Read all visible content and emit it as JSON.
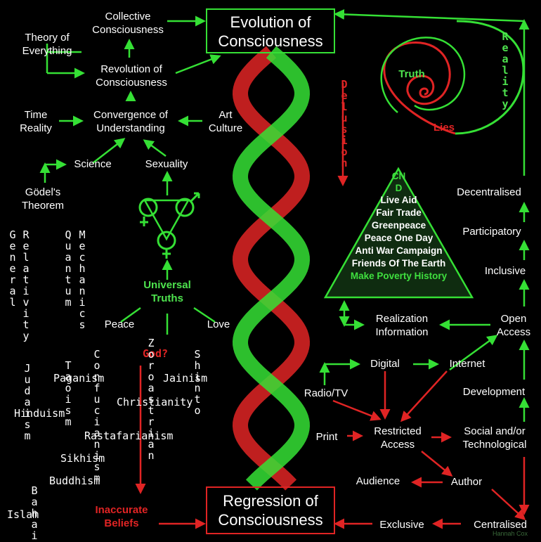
{
  "colors": {
    "green": "#35e035",
    "red": "#e02424",
    "white": "#ffffff",
    "background": "#000000"
  },
  "top_box": "Evolution of Consciousness",
  "bottom_box": "Regression of Consciousness",
  "left": {
    "collective": "Collective Consciousness",
    "theory": "Theory of Everything",
    "revolution": "Revolution of Consciousness",
    "time_reality": "Time Reality",
    "convergence": "Convergence of Understanding",
    "art_culture": "Art Culture",
    "science": "Science",
    "sexuality": "Sexuality",
    "godel": "Gödel's Theorem",
    "general_relativity": [
      "General",
      "Relativity"
    ],
    "quantum_mechanics": [
      "Quantum",
      "Mechanics"
    ],
    "universal_truths": "Universal Truths",
    "peace": "Peace",
    "love": "Love",
    "god": "God?",
    "inaccurate_beliefs": "Inaccurate Beliefs",
    "religions": {
      "judaism": "Judaism",
      "hinduism": "Hinduism",
      "taoism": "Taoism",
      "paganism": "Paganism",
      "confucianism": "Confucianism",
      "zoroastrian": "Zoroastrian",
      "christianity": "Christianity",
      "jainism": "Jainism",
      "shinto": "Shinto",
      "rastafarianism": "Rastafarianism",
      "sikhism": "Sikhism",
      "buddhism": "Buddhism",
      "bahai": "Bahai",
      "islam": "Islam"
    }
  },
  "spiral": {
    "truth": "Truth",
    "lies": "Lies",
    "delusion": "Delusion",
    "reality": "Reality"
  },
  "pyramid": [
    "CND",
    "Live Aid",
    "Fair Trade",
    "Greenpeace",
    "Peace One Day",
    "Anti War Campaign",
    "Friends Of The Earth",
    "Make Poverty History"
  ],
  "right": {
    "decentralised": "Decentralised",
    "participatory": "Participatory",
    "inclusive": "Inclusive",
    "open_access": "Open Access",
    "realization": "Realization Information",
    "digital": "Digital",
    "internet": "Internet",
    "radio_tv": "Radio/TV",
    "development": "Development",
    "print": "Print",
    "restricted": "Restricted Access",
    "social": "Social and/or Technological",
    "audience": "Audience",
    "author": "Author",
    "exclusive": "Exclusive",
    "centralised": "Centralised"
  },
  "credit": "Hannah Cox"
}
